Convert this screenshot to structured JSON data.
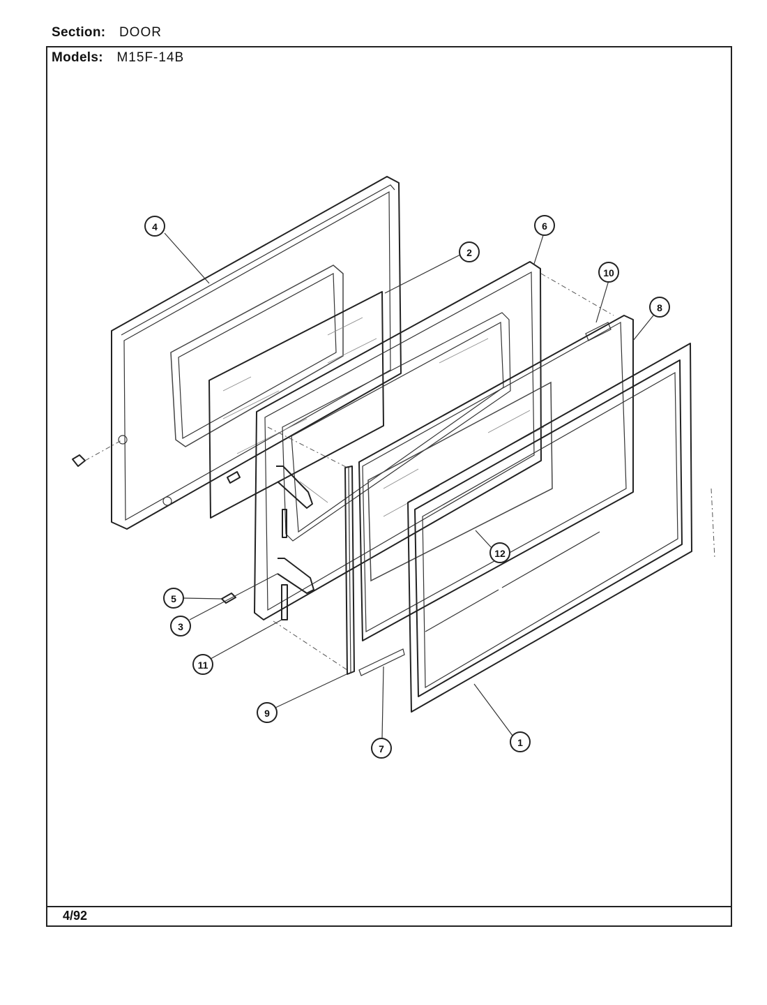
{
  "header": {
    "section_label": "Section:",
    "section_value": "DOOR",
    "models_label": "Models:",
    "models_value": "M15F-14B"
  },
  "footer": {
    "date": "4/92"
  },
  "callouts": [
    "1",
    "2",
    "3",
    "4",
    "5",
    "6",
    "7",
    "8",
    "9",
    "10",
    "11",
    "12"
  ]
}
